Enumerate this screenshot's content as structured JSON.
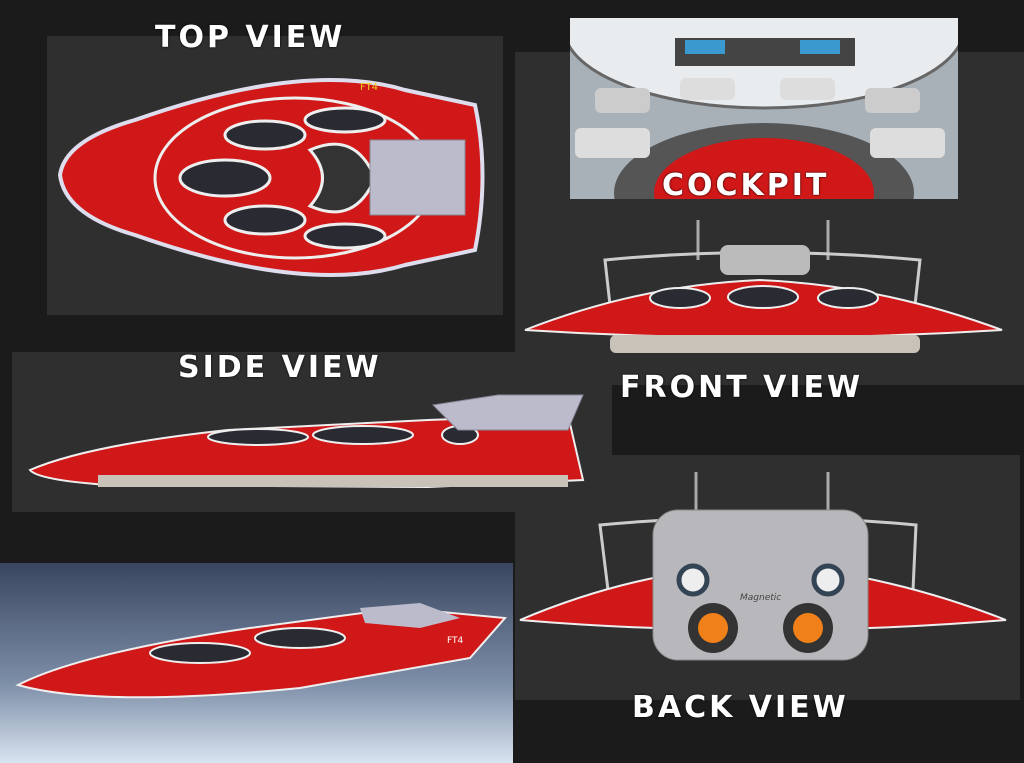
{
  "labels": {
    "top_view": "TOP VIEW",
    "cockpit": "COCKPIT",
    "side_view": "SIDE VIEW",
    "front_view": "FRONT VIEW",
    "back_view": "BACK VIEW"
  },
  "markings": {
    "hull_code": "FT4",
    "badge": "Magnetic"
  },
  "colors": {
    "hull": "#d01818",
    "trim": "#e8e8f0",
    "background": "#1b1b1b",
    "panel": "#2f2f2f"
  }
}
